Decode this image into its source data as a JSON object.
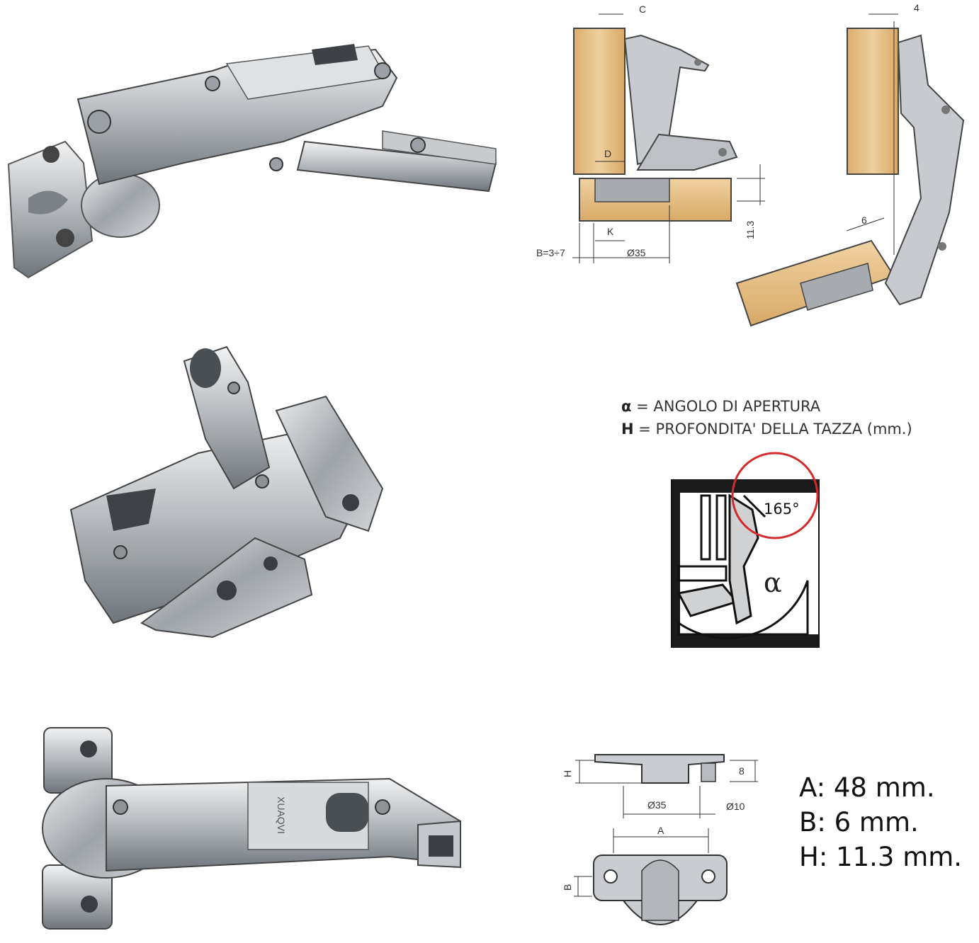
{
  "legend": {
    "alpha_symbol": "α",
    "alpha_text": "= ANGOLO DI APERTURA",
    "h_symbol": "H",
    "h_text": "= PROFONDITA' DELLA TAZZA (mm.)"
  },
  "angle_label": "165°",
  "alpha_glyph": "α",
  "install_diagram": {
    "C": "C",
    "D": "D",
    "K": "K",
    "B": "B=3÷7",
    "diameter": "Ø35",
    "depth": "11.3",
    "overlay": "4",
    "offset": "6"
  },
  "cup_diagram": {
    "H": "H",
    "eight": "8",
    "diameter": "Ø35",
    "dowel": "Ø10",
    "A": "A",
    "B": "B"
  },
  "specs": {
    "a": "A: 48 mm.",
    "b": "B: 6 mm.",
    "h": "H: 11.3 mm."
  },
  "brand_mark": "XUAQVI",
  "colors": {
    "metal": "#c8cbce",
    "metal_dark": "#6e7378",
    "wood": "#e7c48f",
    "red_circle": "#d32b2b"
  }
}
